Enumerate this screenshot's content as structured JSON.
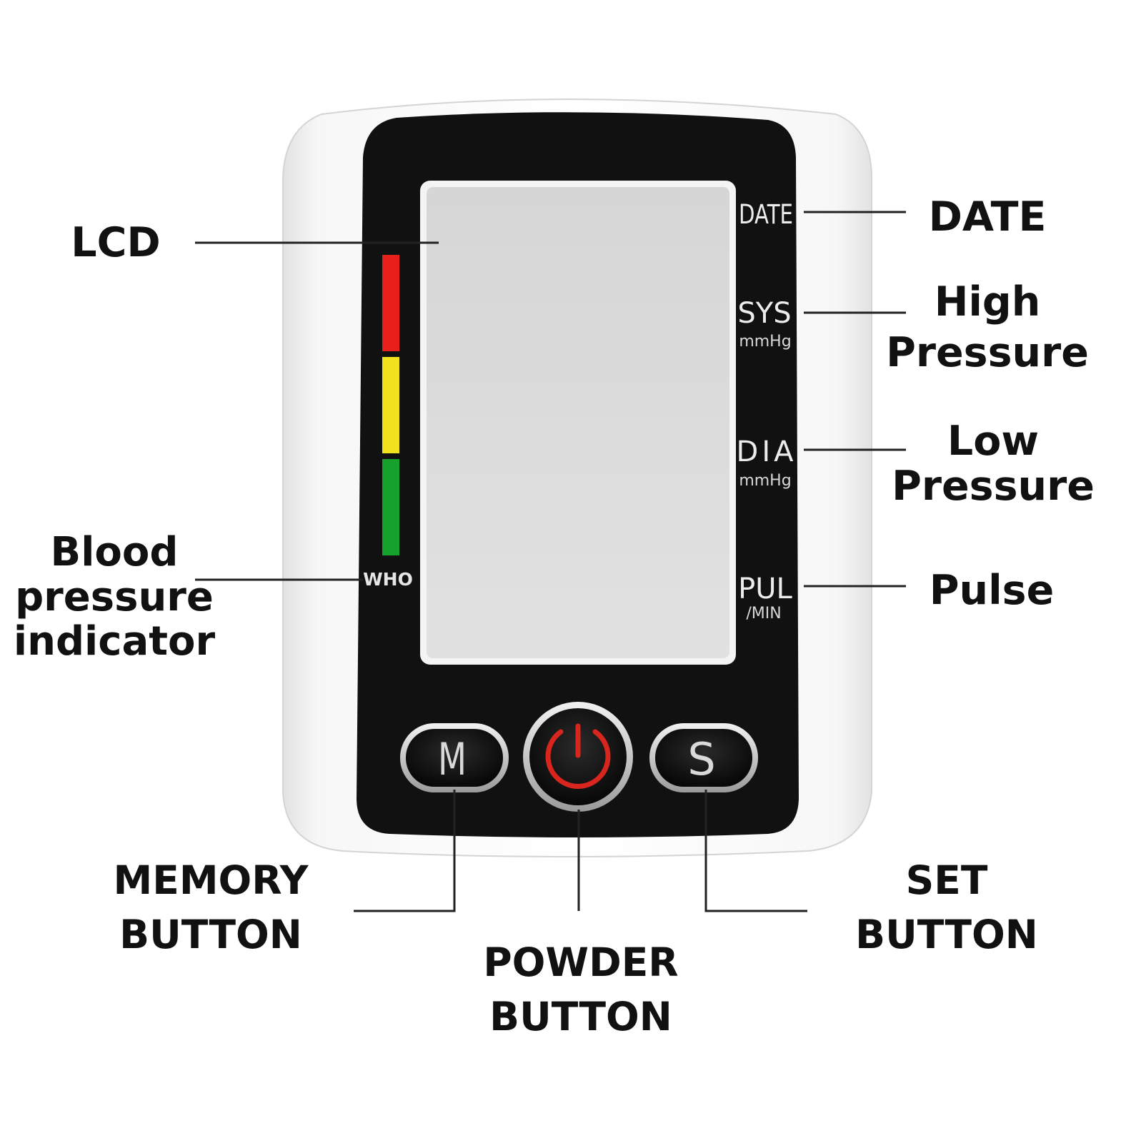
{
  "device": {
    "panel_labels": {
      "date": "DATE",
      "sys": "SYS",
      "sys_unit": "mmHg",
      "dia": "DIA",
      "dia_unit": "mmHg",
      "pul": "PUL",
      "pul_unit": "/MIN",
      "who": "WHO"
    },
    "buttons": {
      "memory": "M",
      "set": "S"
    },
    "colors": {
      "body": "#ffffff",
      "bezel": "#111111",
      "lcd": "#dcdcdc",
      "indicator_red": "#e8201c",
      "indicator_yellow": "#f2e21e",
      "indicator_green": "#16a02c",
      "power_icon": "#d8261e"
    }
  },
  "callouts": {
    "lcd": "LCD",
    "indicator": "Blood\npressure\nindicator",
    "date": "DATE",
    "high_pressure": "High\nPressure",
    "low_pressure": "Low\nPressure",
    "pulse": "Pulse",
    "memory_button": "MEMORY\nBUTTON",
    "power_button": "POWDER\nBUTTON",
    "set_button": "SET\nBUTTON"
  }
}
